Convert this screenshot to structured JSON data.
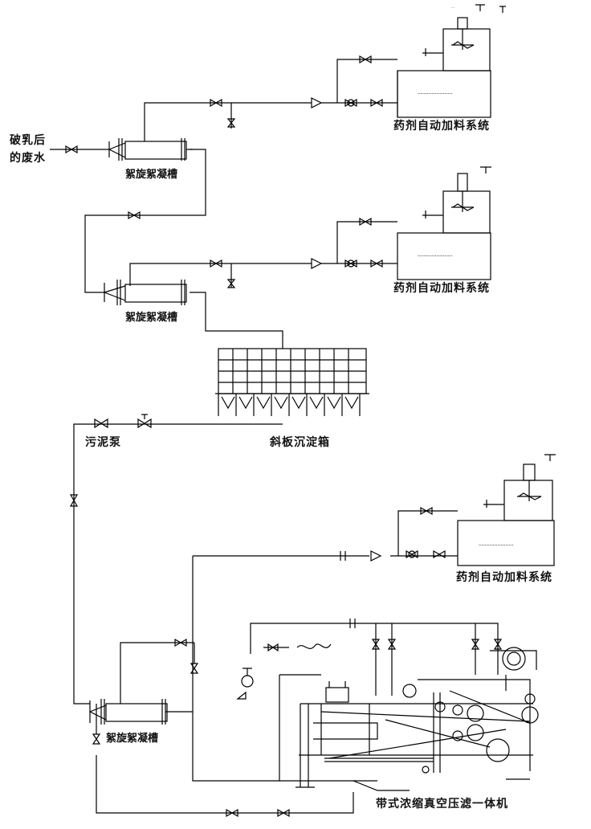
{
  "labels": {
    "inlet_top": "破乳后",
    "inlet_bottom": "的废水",
    "reactor_1": "絮旋絮凝槽",
    "reactor_2": "絮旋絮凝槽",
    "reactor_3": "絮旋絮凝槽",
    "dosing_1": "药剂自动加料系统",
    "dosing_2": "药剂自动加料系统",
    "dosing_3": "药剂自动加料系统",
    "sludge_pump": "污泥泵",
    "settler": "斜板沉淀箱",
    "press": "带式浓缩真空压滤一体机"
  },
  "colors": {
    "line": "#000000",
    "background": "#ffffff"
  }
}
